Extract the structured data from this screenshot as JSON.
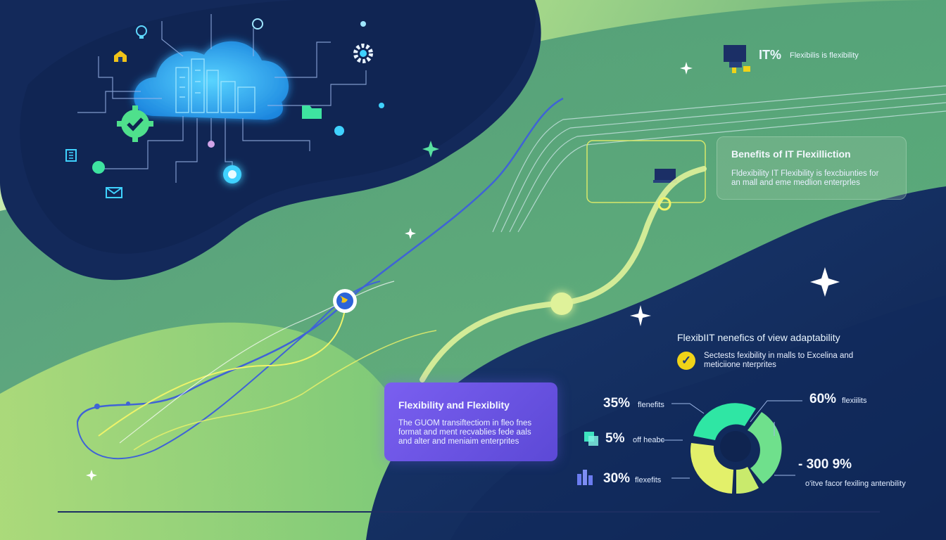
{
  "header": {
    "stat": "IT%",
    "label": "Flexibilis is flexibility"
  },
  "benefits_card": {
    "title": "Benefits of IT Flexilliction",
    "body": "Fldexibility IT Flexibility is fexcbiunties for\nan mall and eme medlion enterprles"
  },
  "adaptability": {
    "title": "FlexibIIT nenefics of view adaptability",
    "body": "Sectests fexibility in malls to Excelina and\nmeticiione nterprites"
  },
  "flexibility_card": {
    "title": "Flexibility and Flexiblity",
    "body": "The GUOM transiftectiom in fleo fnes\nformat and ment recvablies fede aals\nand alter and meniaim enterprites"
  },
  "stats": [
    {
      "value": "35%",
      "label": "flenefits"
    },
    {
      "value": "5%",
      "label": "off heabc"
    },
    {
      "value": "30%",
      "label": "flexefits"
    },
    {
      "value": "60%",
      "label": "flexiilits"
    },
    {
      "value": "- 300 9%",
      "label": "o'itve facor fexiling antenbility"
    }
  ],
  "chart_data": {
    "type": "pie",
    "style": "donut",
    "categories": [
      "35% flenefits",
      "60% flexiilits",
      "- 300 9%",
      "30% flexefits"
    ],
    "segment_colors": [
      "#2fe6a4",
      "#6fe08c",
      "#c9ea6c",
      "#e3f06a"
    ],
    "legend_placement": "callouts"
  },
  "colors": {
    "navy": "#12295a",
    "deep_navy": "#0f2347",
    "green": "#5fbf74",
    "lime": "#d8f08a",
    "cyan_glow": "#46d2ff",
    "purple_card": "#6b54e6",
    "check_yellow": "#f0d318"
  },
  "icons": [
    "cloud-icon",
    "gear-icon",
    "check-badge-icon",
    "lightbulb-icon",
    "house-icon",
    "mail-icon",
    "folder-icon",
    "globe-icon",
    "sparkle-icon",
    "monitor-icon",
    "building-icon"
  ]
}
